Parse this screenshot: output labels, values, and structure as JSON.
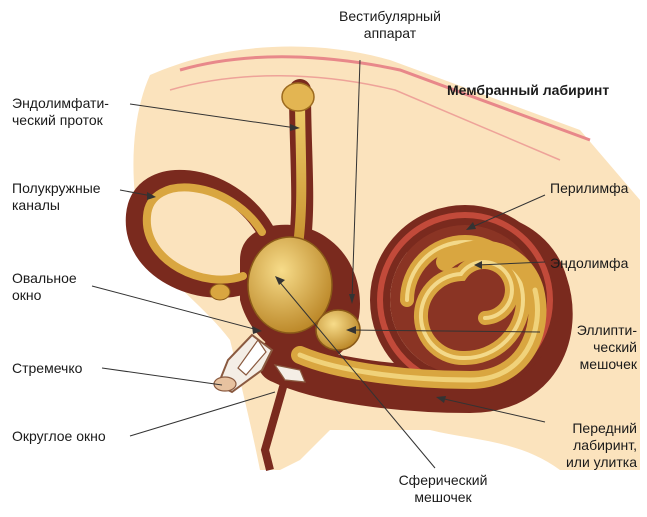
{
  "diagram": {
    "title": "Мембранный лабиринт",
    "labels": {
      "vestibular": "Вестибулярный\nаппарат",
      "endolymphatic_duct": "Эндолимфати-\nческий проток",
      "semicircular_canals": "Полукружные\nканалы",
      "oval_window": "Овальное\nокно",
      "stapes": "Стремечко",
      "round_window": "Округлое окно",
      "perilymph": "Перилимфа",
      "endolymph": "Эндолимфа",
      "utricle": "Эллипти-\nческий\nмешочек",
      "cochlea": "Передний\nлабиринт,\nили улитка",
      "saccule": "Сферический\nмешочек"
    },
    "colors": {
      "bone": "#f6d7a6",
      "bone_light": "#fde9c8",
      "membrane_dark": "#7a2a1e",
      "endolymph": "#d9a640",
      "endolymph_light": "#f0d27a",
      "perilymph": "#c24a3a",
      "skin_line": "#e8888a"
    }
  }
}
